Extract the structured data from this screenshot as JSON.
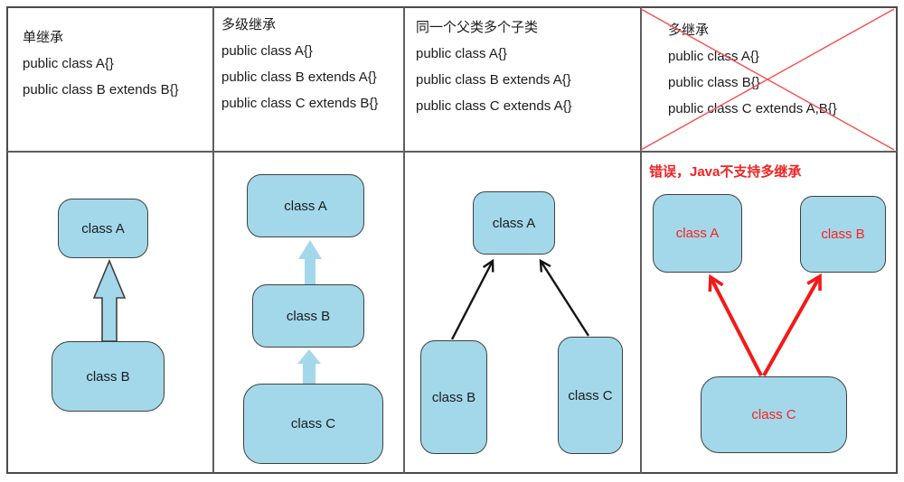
{
  "colors": {
    "box_fill": "#A3D8EA",
    "box_border": "#3F3F3F",
    "block_arrow_fill": "#A3D8EA",
    "block_arrow_outline": "#3F3F3F",
    "arrow_black": "#141414",
    "arrow_red": "#F51818",
    "cross_red": "#F4504F",
    "error_red": "#F12323",
    "label_red": "#FA2020",
    "grid_line": "#5E5E5E",
    "text": "#1B1B1B"
  },
  "columns": [
    {
      "title": "单继承",
      "code": [
        "public class A{}",
        "public class B extends B{}"
      ],
      "boxes": [
        {
          "label": "class A"
        },
        {
          "label": "class B"
        }
      ]
    },
    {
      "title": "多级继承",
      "code": [
        "public class A{}",
        "public class B extends A{}",
        "public class C extends B{}"
      ],
      "boxes": [
        {
          "label": "class A"
        },
        {
          "label": "class B"
        },
        {
          "label": "class C"
        }
      ]
    },
    {
      "title": "同一个父类多个子类",
      "code": [
        "public class A{}",
        "public class B extends A{}",
        "public class C extends A{}"
      ],
      "boxes": [
        {
          "label": "class A"
        },
        {
          "label": "class B"
        },
        {
          "label": "class C"
        }
      ]
    },
    {
      "title": "多继承",
      "code": [
        "public class A{}",
        "public class B{}",
        "public class C extends A,B{}"
      ],
      "error_note": "错误，Java不支持多继承",
      "crossed_out": true,
      "boxes": [
        {
          "label": "class A"
        },
        {
          "label": "class B"
        },
        {
          "label": "class C"
        }
      ]
    }
  ]
}
